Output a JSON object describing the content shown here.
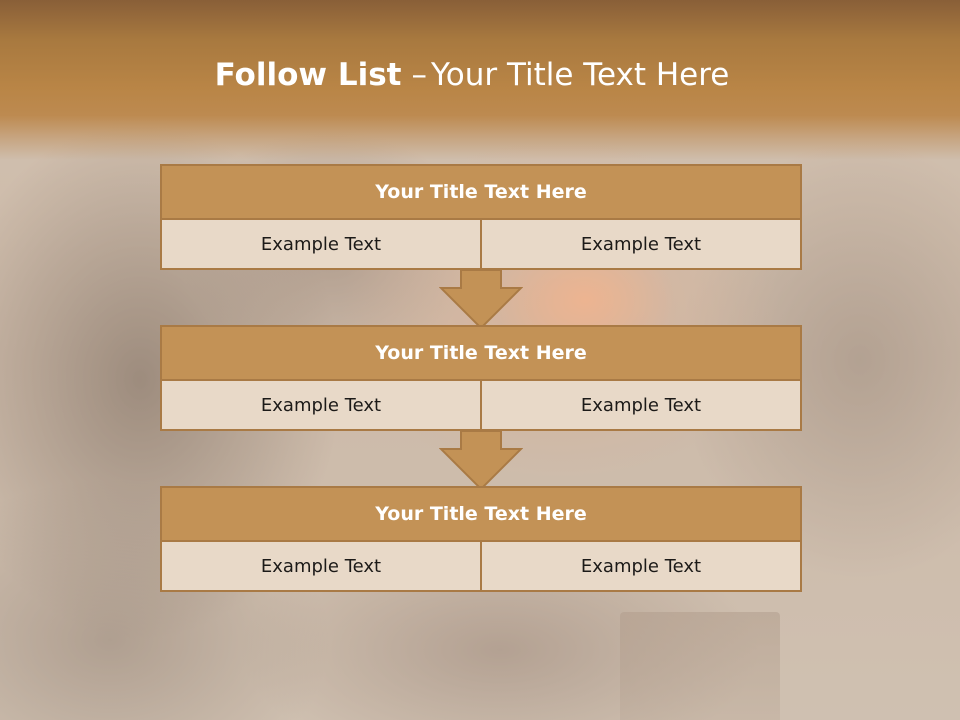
{
  "slide": {
    "title_bold": "Follow List",
    "title_dash": "–",
    "title_rest": "Your Title Text Here"
  },
  "blocks": [
    {
      "heading": "Your Title Text Here",
      "left": "Example Text",
      "right": "Example Text"
    },
    {
      "heading": "Your Title Text Here",
      "left": "Example Text",
      "right": "Example Text"
    },
    {
      "heading": "Your Title Text Here",
      "left": "Example Text",
      "right": "Example Text"
    }
  ],
  "icons": {
    "connector": "down-arrow-icon"
  },
  "colors": {
    "header_band": "#b98546",
    "block_header": "#c39256",
    "block_border": "#a97a45",
    "block_cell": "#e8d9c8",
    "title_text": "#ffffff",
    "cell_text": "#1c1a18"
  }
}
